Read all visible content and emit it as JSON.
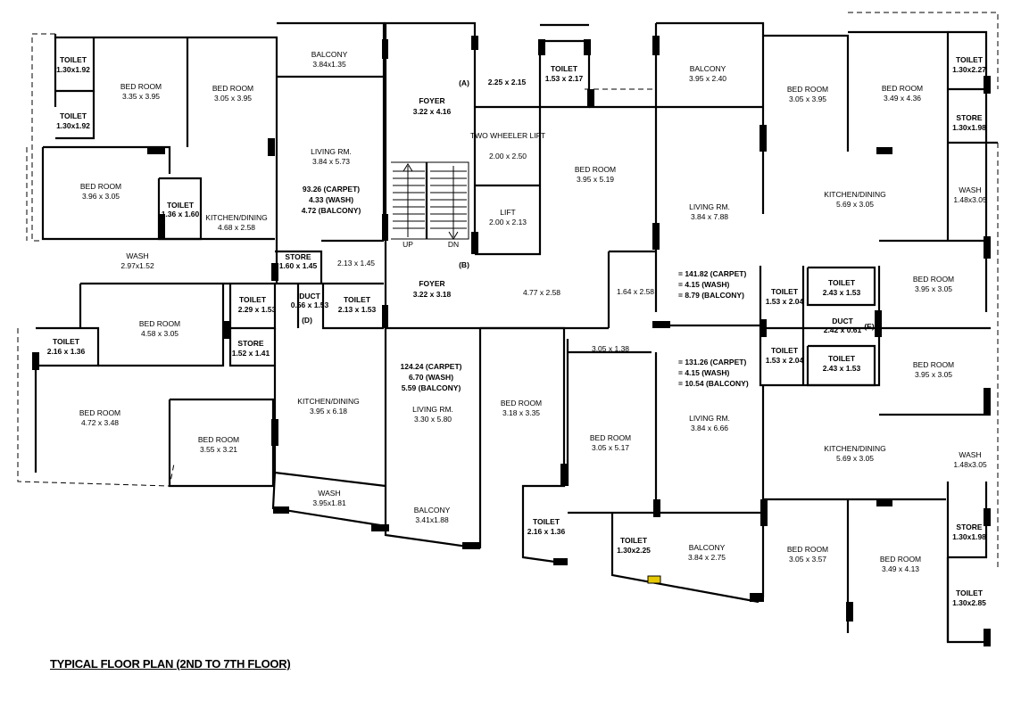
{
  "title": "TYPICAL FLOOR PLAN (2ND TO 7TH FLOOR)",
  "rooms": [
    {
      "name": "TOILET",
      "dim": "1.30x1.92"
    },
    {
      "name": "BED ROOM",
      "dim": "3.35 x 3.95"
    },
    {
      "name": "BED ROOM",
      "dim": "3.05 x 3.95"
    },
    {
      "name": "BALCONY",
      "dim": "3.84x1.35"
    },
    {
      "name": "TOILET",
      "dim": "1.30x1.92"
    },
    {
      "name": "BED ROOM",
      "dim": "3.96 x 3.05"
    },
    {
      "name": "TOILET",
      "dim": "1.36 x 1.60"
    },
    {
      "name": "KITCHEN/DINING",
      "dim": "4.68 x 2.58"
    },
    {
      "name": "LIVING RM.",
      "dim": "3.84 x 5.73"
    },
    {
      "name": "WASH",
      "dim": "2.97x1.52"
    },
    {
      "name": "STORE",
      "dim": "1.60 x 1.45"
    },
    {
      "name": "",
      "dim": "2.13 x 1.45"
    },
    {
      "name": "FOYER",
      "dim": "3.22 x 4.16"
    },
    {
      "name": "(A)",
      "dim": ""
    },
    {
      "name": "",
      "dim": "2.25 x 2.15"
    },
    {
      "name": "TOILET",
      "dim": "1.53 x 2.17"
    },
    {
      "name": "TWO WHEELER LIFT",
      "dim": "2.00 x 2.50"
    },
    {
      "name": "LIFT",
      "dim": "2.00 x 2.13"
    },
    {
      "name": "UP",
      "dim": ""
    },
    {
      "name": "DN",
      "dim": ""
    },
    {
      "name": "(B)",
      "dim": ""
    },
    {
      "name": "FOYER",
      "dim": "3.22 x 3.18"
    },
    {
      "name": "",
      "dim": "4.77 x 2.58"
    },
    {
      "name": "BED ROOM",
      "dim": "3.95 x 5.19"
    },
    {
      "name": "BALCONY",
      "dim": "3.95 x 2.40"
    },
    {
      "name": "BED ROOM",
      "dim": "3.05 x 3.95"
    },
    {
      "name": "BED ROOM",
      "dim": "3.49 x 4.36"
    },
    {
      "name": "TOILET",
      "dim": "1.30x2.27"
    },
    {
      "name": "STORE",
      "dim": "1.30x1.98"
    },
    {
      "name": "LIVING RM.",
      "dim": "3.84 x 7.88"
    },
    {
      "name": "KITCHEN/DINING",
      "dim": "5.69 x 3.05"
    },
    {
      "name": "WASH",
      "dim": "1.48x3.05"
    },
    {
      "name": "",
      "dim": "1.64 x 2.58"
    },
    {
      "name": "BED ROOM",
      "dim": "4.58 x 3.05"
    },
    {
      "name": "TOILET",
      "dim": "2.29 x 1.53"
    },
    {
      "name": "DUCT",
      "dim": "0.56 x 1.53"
    },
    {
      "name": "(D)",
      "dim": ""
    },
    {
      "name": "TOILET",
      "dim": "2.13 x 1.53"
    },
    {
      "name": "TOILET",
      "dim": "2.16 x 1.36"
    },
    {
      "name": "STORE",
      "dim": "1.52 x 1.41"
    },
    {
      "name": "TOILET",
      "dim": "1.53 x 2.04"
    },
    {
      "name": "TOILET",
      "dim": "2.43 x 1.53"
    },
    {
      "name": "DUCT",
      "dim": "2.42 x 0.61"
    },
    {
      "name": "(E)",
      "dim": ""
    },
    {
      "name": "TOILET",
      "dim": "1.53 x 2.04"
    },
    {
      "name": "TOILET",
      "dim": "2.43 x 1.53"
    },
    {
      "name": "BED ROOM",
      "dim": "3.95 x 3.05"
    },
    {
      "name": "BED ROOM",
      "dim": "3.95 x 3.05"
    },
    {
      "name": "",
      "dim": "3.05 x 1.38"
    },
    {
      "name": "BED ROOM",
      "dim": "4.72 x 3.48"
    },
    {
      "name": "BED ROOM",
      "dim": "3.55 x 3.21"
    },
    {
      "name": "KITCHEN/DINING",
      "dim": "3.95 x 6.18"
    },
    {
      "name": "LIVING RM.",
      "dim": "3.30 x 5.80"
    },
    {
      "name": "BED ROOM",
      "dim": "3.18 x 3.35"
    },
    {
      "name": "BED ROOM",
      "dim": "3.05 x 5.17"
    },
    {
      "name": "LIVING RM.",
      "dim": "3.84 x 6.66"
    },
    {
      "name": "KITCHEN/DINING",
      "dim": "5.69 x 3.05"
    },
    {
      "name": "WASH",
      "dim": "1.48x3.05"
    },
    {
      "name": "WASH",
      "dim": "3.95x1.81"
    },
    {
      "name": "BALCONY",
      "dim": "3.41x1.88"
    },
    {
      "name": "TOILET",
      "dim": "2.16 x 1.36"
    },
    {
      "name": "TOILET",
      "dim": "1.30x2.25"
    },
    {
      "name": "BALCONY",
      "dim": "3.84 x 2.75"
    },
    {
      "name": "BED ROOM",
      "dim": "3.05 x 3.57"
    },
    {
      "name": "BED ROOM",
      "dim": "3.49 x 4.13"
    },
    {
      "name": "STORE",
      "dim": "1.30x1.98"
    },
    {
      "name": "TOILET",
      "dim": "1.30x2.85"
    }
  ],
  "area_notes": [
    {
      "lines": [
        "93.26  (CARPET)",
        "4.33  (WASH)",
        "4.72  (BALCONY)"
      ]
    },
    {
      "lines": [
        "= 141.82  (CARPET)",
        "= 4.15  (WASH)",
        "= 8.79  (BALCONY)"
      ]
    },
    {
      "lines": [
        "124.24  (CARPET)",
        "6.70  (WASH)",
        "5.59  (BALCONY)"
      ]
    },
    {
      "lines": [
        "= 131.26  (CARPET)",
        "= 4.15  (WASH)",
        "= 10.54  (BALCONY)"
      ]
    }
  ]
}
